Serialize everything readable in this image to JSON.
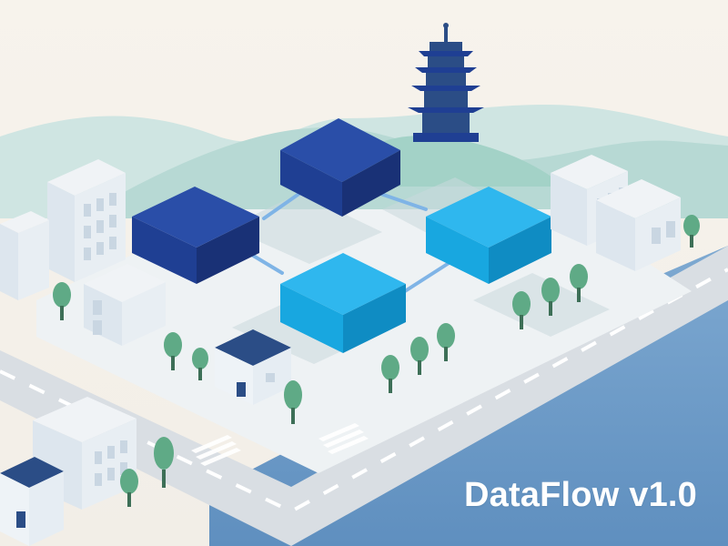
{
  "brand": {
    "title": "DataFlow v1.0"
  },
  "palette": {
    "background": "#f6f2ea",
    "hills": "#c9e0dc",
    "water": "#6c9bc8",
    "road": "#d9dde3",
    "block_dark": "#1f3f93",
    "block_light": "#18a7e0",
    "connector": "#7fb4e6",
    "tree": "#5faa86"
  },
  "scene": {
    "nodes": [
      {
        "name": "top-block",
        "tone": "dark"
      },
      {
        "name": "left-block",
        "tone": "dark"
      },
      {
        "name": "right-block",
        "tone": "light"
      },
      {
        "name": "bottom-block",
        "tone": "light"
      }
    ],
    "icons": [
      "pagoda-icon",
      "house-icon",
      "tree-icon",
      "office-building-icon"
    ]
  }
}
